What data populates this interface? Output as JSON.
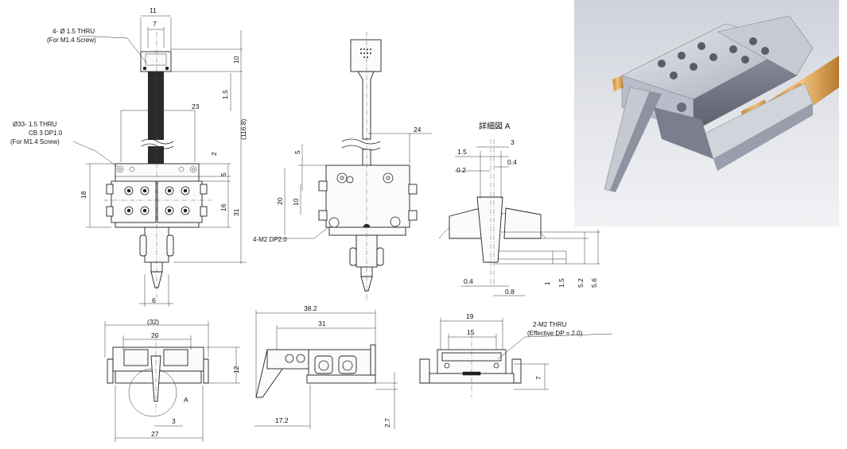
{
  "labels": {
    "thru_4": "4- Ø 1.5 THRU",
    "thru_4_note": "(For M1.4 Screw)",
    "thru_33": "Ø33- 1.5 THRU",
    "cb": "CB 3 DP1.0",
    "cb_note": "(For M1.4 Screw)",
    "m2_dp": "4-M2 DP2.0",
    "detail_title": "詳細図 A",
    "m2_thru": "2-M2 THRU",
    "m2_thru_note": "(Effective DP = 2.0)",
    "circle_A": "A"
  },
  "dims": {
    "d11": "11",
    "d7": "7",
    "d10": "10",
    "d15a": "1.5",
    "d1168": "(116.8)",
    "d23": "23",
    "d2": "2",
    "d5": "5",
    "d18": "18",
    "d16": "16",
    "d31v": "31",
    "d6": "6",
    "s_d5": "5",
    "s_d20": "20",
    "s_d10": "10",
    "s_d24": "24",
    "a_d3": "3",
    "a_d15": "1.5",
    "a_d04t": "0.4",
    "a_d02": "0.2",
    "a_d1": "1",
    "a_d15b": "1.5",
    "a_d52": "5.2",
    "a_d56": "5.6",
    "a_d04b": "0.4",
    "a_d08": "0.8",
    "b_d32": "(32)",
    "b_d20": "20",
    "b_d12": "12",
    "b_d3": "3",
    "b_d27": "27",
    "c_d382": "38.2",
    "c_d31": "31",
    "c_d172": "17.2",
    "c_d27": "2.7",
    "e_d19": "19",
    "e_d15": "15",
    "e_d7": "7"
  }
}
